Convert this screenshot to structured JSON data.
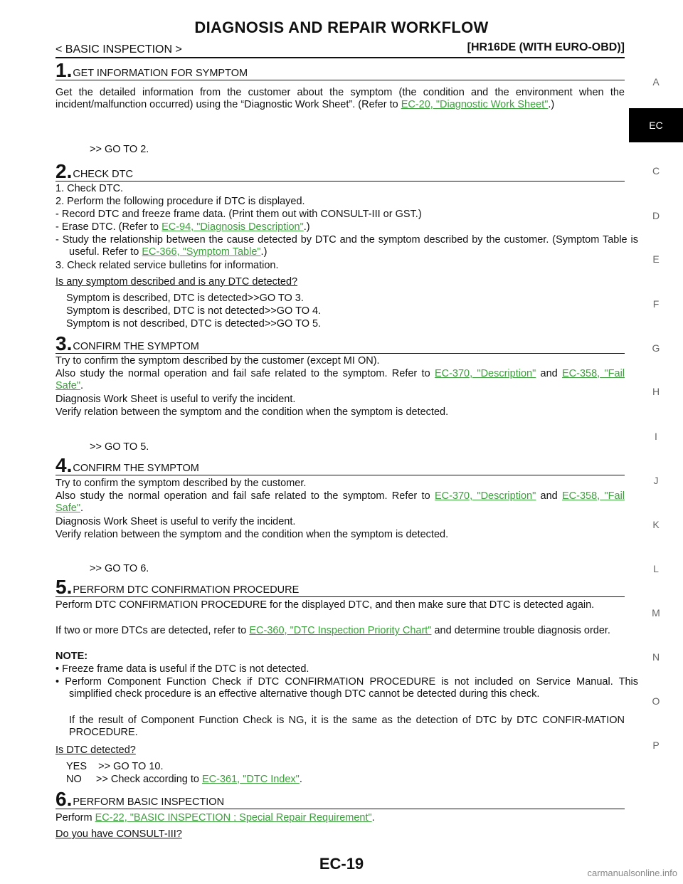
{
  "header": {
    "title": "DIAGNOSIS AND REPAIR WORKFLOW",
    "breadcrumb": "< BASIC INSPECTION >",
    "model": "[HR16DE (WITH EURO-OBD)]"
  },
  "sidebar": [
    "A",
    "EC",
    "C",
    "D",
    "E",
    "F",
    "G",
    "H",
    "I",
    "J",
    "K",
    "L",
    "M",
    "N",
    "O",
    "P"
  ],
  "steps": [
    {
      "num": "1.",
      "title": "GET INFORMATION FOR SYMPTOM",
      "p1a": "Get the detailed information from the customer about the symptom (the condition and the environment when the incident/malfunction occurred) using the “Diagnostic Work Sheet”. (Refer to ",
      "p1link": "EC-20, \"Diagnostic Work Sheet\"",
      "p1b": ".)",
      "go": ">> GO TO 2."
    },
    {
      "num": "2.",
      "title": "CHECK DTC",
      "l1": "1. Check DTC.",
      "l2": "2. Perform the following procedure if DTC is displayed.",
      "l3": "- Record DTC and freeze frame data. (Print them out with CONSULT-III or GST.)",
      "l4a": "- Erase DTC. (Refer to ",
      "l4link": "EC-94, \"Diagnosis Description\"",
      "l4b": ".)",
      "l5a": "- Study the relationship between the cause detected by DTC and the symptom described by the customer. (Symptom Table is useful. Refer to ",
      "l5link": "EC-366, \"Symptom Table\"",
      "l5b": ".)",
      "l6": "3. Check related service bulletins for information.",
      "question": "Is any symptom described and is any DTC detected?",
      "r1": "Symptom is described, DTC is detected>>GO TO 3.",
      "r2": "Symptom is described, DTC is not detected>>GO TO 4.",
      "r3": "Symptom is not described, DTC is detected>>GO TO 5."
    },
    {
      "num": "3.",
      "title": "CONFIRM THE SYMPTOM",
      "l1": "Try to confirm the symptom described by the customer (except MI ON).",
      "l2a": "Also study the normal operation and fail safe related to the symptom. Refer to ",
      "l2link1": "EC-370, \"Description\"",
      "l2mid": " and ",
      "l2link2": "EC-358, \"Fail Safe\"",
      "l2b": ".",
      "l3": "Diagnosis Work Sheet is useful to verify the incident.",
      "l4": "Verify relation between the symptom and the condition when the symptom is detected.",
      "go": ">> GO TO 5."
    },
    {
      "num": "4.",
      "title": "CONFIRM THE SYMPTOM",
      "l1": "Try to confirm the symptom described by the customer.",
      "l2a": "Also study the normal operation and fail safe related to the symptom. Refer to ",
      "l2link1": "EC-370, \"Description\"",
      "l2mid": " and ",
      "l2link2": "EC-358, \"Fail Safe\"",
      "l2b": ".",
      "l3": "Diagnosis Work Sheet is useful to verify the incident.",
      "l4": "Verify relation between the symptom and the condition when the symptom is detected.",
      "go": ">> GO TO 6."
    },
    {
      "num": "5.",
      "title": "PERFORM DTC CONFIRMATION PROCEDURE",
      "l1": "Perform DTC CONFIRMATION PROCEDURE for the displayed DTC, and then make sure that DTC is detected again.",
      "l2a": "If two or more DTCs are detected, refer to ",
      "l2link": "EC-360, \"DTC Inspection Priority Chart\"",
      "l2b": " and determine trouble diagnosis order.",
      "note": "NOTE:",
      "b1": "• Freeze frame data is useful if the DTC is not detected.",
      "b2": "• Perform Component Function Check if DTC CONFIRMATION PROCEDURE is not included on Service Manual. This simplified check procedure is an effective alternative though DTC cannot be detected during this check.",
      "b3": "If the result of Component Function Check is NG, it is the same as the detection of DTC by DTC CONFIR-MATION PROCEDURE.",
      "question": "Is DTC detected?",
      "yes": "YES    >> GO TO 10.",
      "noa": "NO     >> Check according to ",
      "nolink": "EC-361, \"DTC Index\"",
      "nob": "."
    },
    {
      "num": "6.",
      "title": "PERFORM BASIC INSPECTION",
      "l1a": "Perform ",
      "l1link": "EC-22, \"BASIC INSPECTION : Special Repair Requirement\"",
      "l1b": ".",
      "question": "Do you have CONSULT-III?"
    }
  ],
  "footer": {
    "page": "EC-19",
    "watermark": "carmanualsonline.info"
  }
}
